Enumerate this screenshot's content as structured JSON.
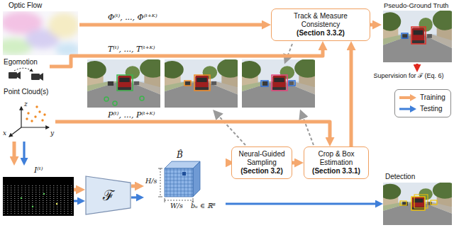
{
  "diagram": {
    "nodes": [
      {
        "text": [
          "Optic Flow"
        ]
      },
      {
        "text": [
          "Track & Measure Consistency",
          "(Section 3.3.2)"
        ]
      },
      {
        "text": [
          "Pseudo-Ground Truth"
        ]
      },
      {
        "text": [
          "Egomotion"
        ]
      },
      {
        "text": [
          "Supervision for ℱ (Eq. 6)"
        ]
      },
      {
        "text": [
          "Point Cloud(s)"
        ]
      },
      {
        "text": [
          "I⁽ᵗ⁾"
        ]
      },
      {
        "text": [
          "ℱ"
        ]
      },
      {
        "text": [
          "B̂",
          "H/s",
          "W/s",
          "b̂ᵤ ∈ ℝ⁸"
        ]
      },
      {
        "text": [
          "Neural-Guided Sampling",
          "(Section 3.2)"
        ]
      },
      {
        "text": [
          "Crop & Box Estimation",
          "(Section 3.3.1)"
        ]
      },
      {
        "text": [
          "Detection"
        ]
      }
    ],
    "edges": [
      {
        "from": 0,
        "to": 1,
        "arrow": "to",
        "label": "Φ⁽ᵗ⁾, ..., Φ⁽ᵗ⁺ᴷ⁾"
      },
      {
        "from": 3,
        "to": 1,
        "arrow": "to",
        "label": "T⁽ᵗ⁾, ..., T⁽ᵗ⁺ᴷ⁾"
      },
      {
        "from": 5,
        "to": 10,
        "arrow": "to",
        "label": "P⁽ᵗ⁾, ..., P⁽ᵗ⁺ᴷ⁾"
      },
      {
        "from": 5,
        "to": 6,
        "arrow": "to"
      },
      {
        "from": 5,
        "to": 6,
        "arrow": "to"
      },
      {
        "from": 6,
        "to": 7,
        "arrow": "to"
      },
      {
        "from": 6,
        "to": 7,
        "arrow": "to"
      },
      {
        "from": 7,
        "to": 8,
        "arrow": "to"
      },
      {
        "from": 7,
        "to": 8,
        "arrow": "to"
      },
      {
        "from": 8,
        "to": 9,
        "arrow": "to"
      },
      {
        "from": 9,
        "to": 10,
        "arrow": "to"
      },
      {
        "from": 10,
        "to": 1,
        "arrow": "to"
      },
      {
        "from": 1,
        "to": 2,
        "arrow": "to"
      },
      {
        "from": 2,
        "to": 4,
        "arrow": "to"
      },
      {
        "from": 8,
        "to": 11,
        "arrow": "to"
      }
    ],
    "labels": [
      "x",
      "y",
      "z"
    ],
    "legend": [
      {
        "text": "Training"
      },
      {
        "text": "Testing"
      }
    ]
  }
}
